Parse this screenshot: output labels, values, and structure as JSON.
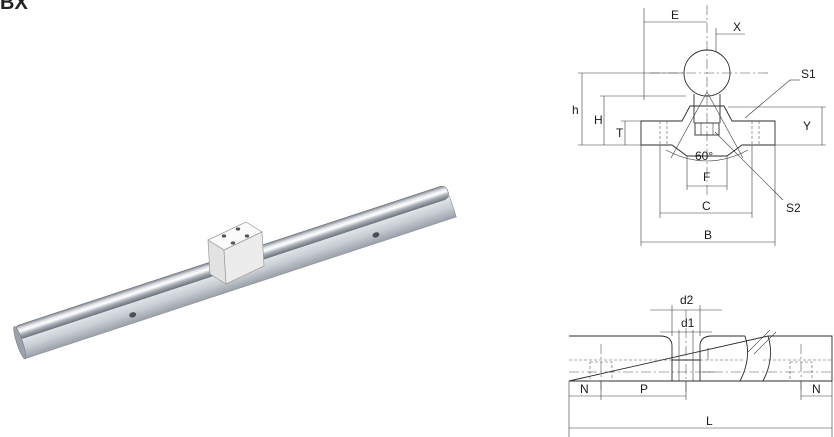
{
  "heading": "BX",
  "section_view": {
    "labels": {
      "E": "E",
      "X": "X",
      "S1": "S1",
      "S2": "S2",
      "h": "h",
      "H": "H",
      "T": "T",
      "Y": "Y",
      "angle": "60°",
      "F": "F",
      "C": "C",
      "B": "B"
    }
  },
  "side_view": {
    "labels": {
      "d2": "d2",
      "d1": "d1",
      "N_left": "N",
      "P": "P",
      "N_right": "N",
      "L": "L"
    }
  },
  "colors": {
    "line": "#2b2b2b",
    "rail_highlight": "#f2f3f5",
    "rail_shadow": "#8e949c",
    "block": "#eeeeee"
  }
}
